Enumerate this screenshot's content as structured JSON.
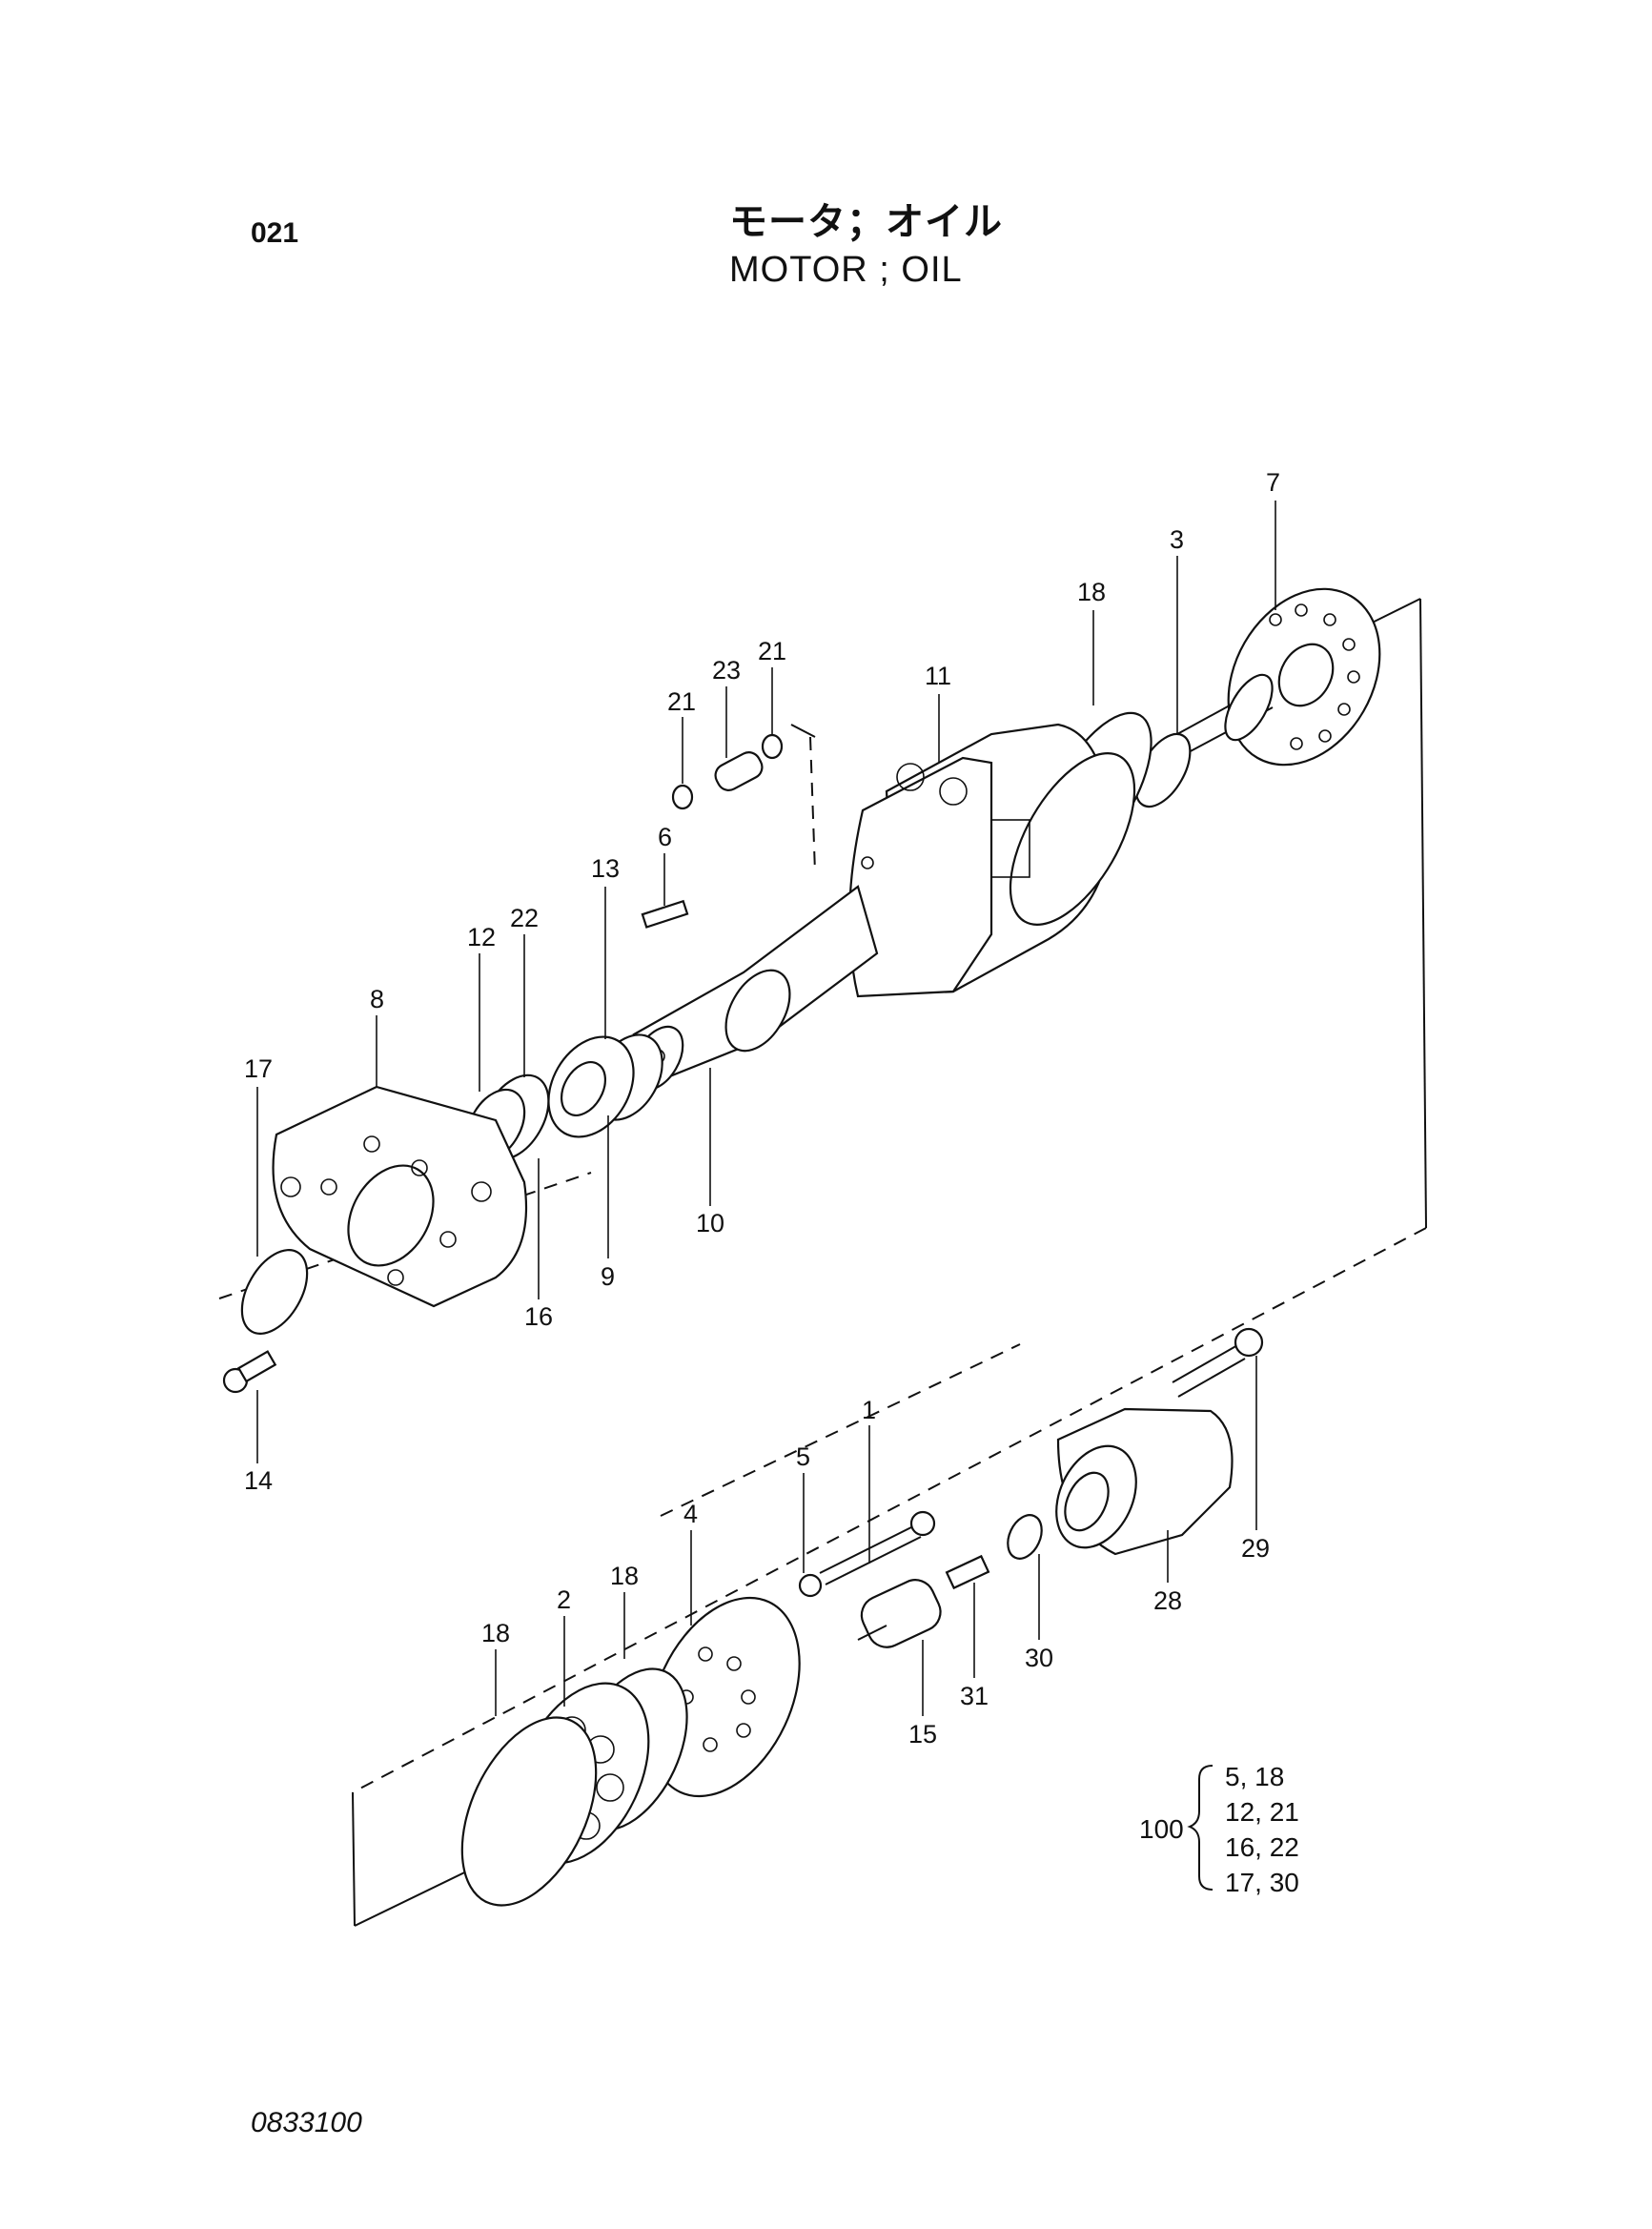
{
  "header": {
    "page_code": "021",
    "title_jp": "モータ；オイル",
    "title_en": "MOTOR ; OIL"
  },
  "footer": {
    "drawing_number": "0833100"
  },
  "callouts": [
    {
      "id": "c7",
      "label": "7"
    },
    {
      "id": "c3",
      "label": "3"
    },
    {
      "id": "c18a",
      "label": "18"
    },
    {
      "id": "c21a",
      "label": "21"
    },
    {
      "id": "c23",
      "label": "23"
    },
    {
      "id": "c21b",
      "label": "21"
    },
    {
      "id": "c11",
      "label": "11"
    },
    {
      "id": "c6",
      "label": "6"
    },
    {
      "id": "c13",
      "label": "13"
    },
    {
      "id": "c22",
      "label": "22"
    },
    {
      "id": "c12",
      "label": "12"
    },
    {
      "id": "c8",
      "label": "8"
    },
    {
      "id": "c17",
      "label": "17"
    },
    {
      "id": "c10",
      "label": "10"
    },
    {
      "id": "c9",
      "label": "9"
    },
    {
      "id": "c16",
      "label": "16"
    },
    {
      "id": "c14",
      "label": "14"
    },
    {
      "id": "c1",
      "label": "1"
    },
    {
      "id": "c5",
      "label": "5"
    },
    {
      "id": "c4",
      "label": "4"
    },
    {
      "id": "c18b",
      "label": "18"
    },
    {
      "id": "c2",
      "label": "2"
    },
    {
      "id": "c18c",
      "label": "18"
    },
    {
      "id": "c29",
      "label": "29"
    },
    {
      "id": "c28",
      "label": "28"
    },
    {
      "id": "c30",
      "label": "30"
    },
    {
      "id": "c31",
      "label": "31"
    },
    {
      "id": "c15",
      "label": "15"
    }
  ],
  "kit": {
    "label": "100",
    "rows": [
      "5,  18",
      "12,  21",
      "16,  22",
      "17,  30"
    ]
  }
}
